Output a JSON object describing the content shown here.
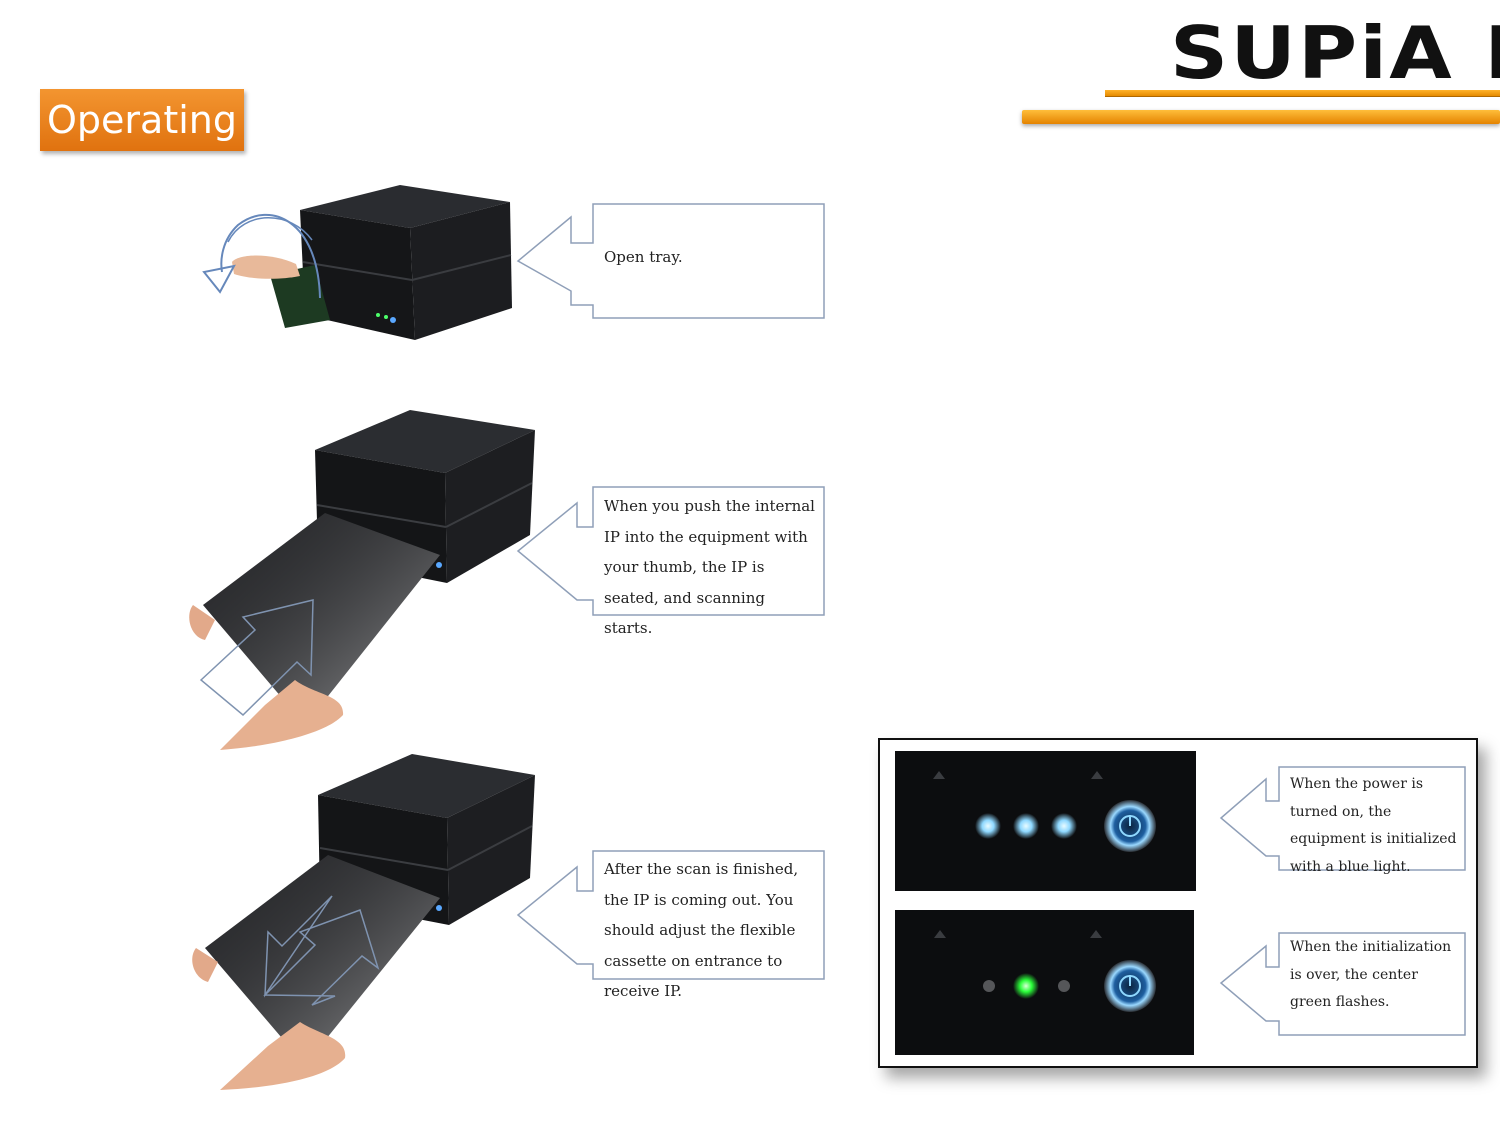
{
  "header": {
    "logo_text": "SUPiA E",
    "section_title": "Operating"
  },
  "steps": [
    {
      "text": "Open tray."
    },
    {
      "text": "When you push the internal IP into the equipment with your thumb, the IP is seated, and scanning starts."
    },
    {
      "text": "After the scan is finished, the IP is coming out. You should adjust the flexible cassette on entrance to receive IP."
    }
  ],
  "indicators": [
    {
      "text": "When the power is turned on, the equipment is initialized with a blue light."
    },
    {
      "text": "When the initialization is over, the center green flashes."
    }
  ],
  "colors": {
    "accent_orange": "#e8801a",
    "led_blue": "#8fd8ff",
    "led_green": "#2bff3a",
    "arrow_stroke": "#8f9fb8"
  }
}
